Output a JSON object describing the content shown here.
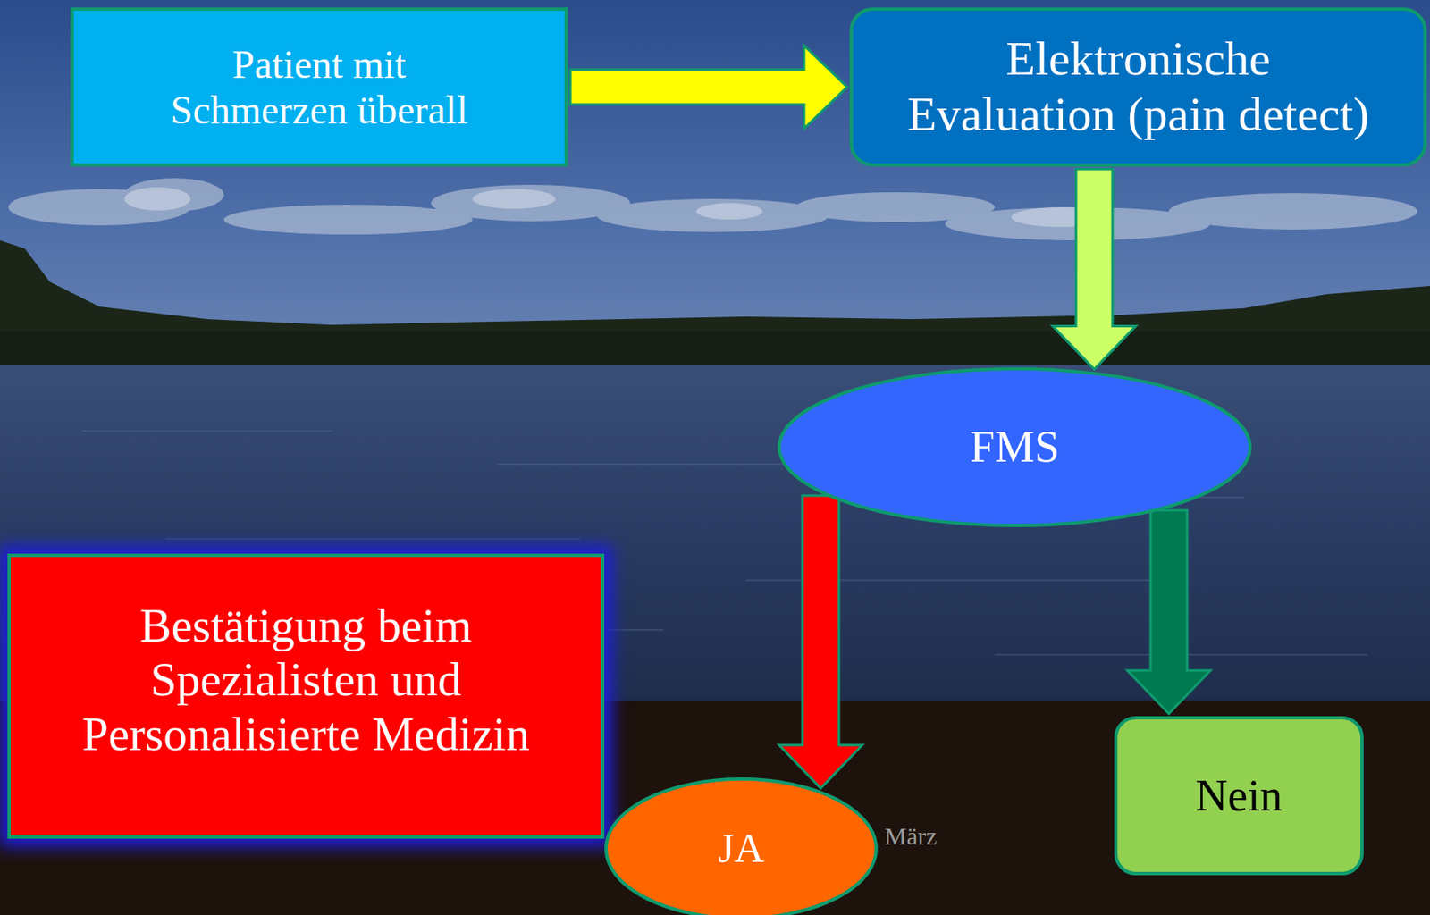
{
  "diagram": {
    "nodes": [
      {
        "text": [
          "Patient mit Schmerzen überall"
        ]
      },
      {
        "text": [
          "Elektronische Evaluation (pain detect)"
        ]
      },
      {
        "text": [
          "FMS"
        ]
      },
      {
        "text": [
          "Bestätigung beim Spezialisten und Personalisierte Medizin"
        ]
      },
      {
        "text": [
          "JA"
        ]
      },
      {
        "text": [
          "Nein"
        ]
      }
    ],
    "edges": [
      {
        "from": 0,
        "to": 1,
        "arrow": "to"
      },
      {
        "from": 1,
        "to": 2,
        "arrow": "to"
      },
      {
        "from": 2,
        "to": 4,
        "arrow": "to"
      },
      {
        "from": 2,
        "to": 5,
        "arrow": "to"
      }
    ],
    "labels": [
      "März"
    ]
  }
}
